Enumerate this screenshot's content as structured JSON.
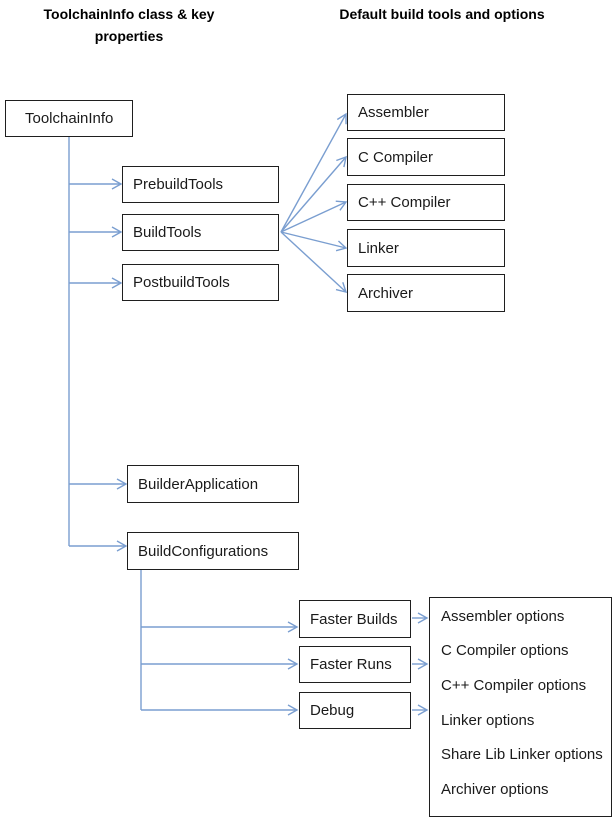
{
  "headers": {
    "left": {
      "line1": "ToolchainInfo class & key",
      "line2": "properties"
    },
    "right": "Default build tools and options"
  },
  "nodes": {
    "toolchaininfo": "ToolchainInfo",
    "prebuildtools": "PrebuildTools",
    "buildtools": "BuildTools",
    "postbuildtools": "PostbuildTools",
    "assembler": "Assembler",
    "c_compiler": "C Compiler",
    "cpp_compiler": "C++ Compiler",
    "linker": "Linker",
    "archiver": "Archiver",
    "builder_application": "BuilderApplication",
    "build_configurations": "BuildConfigurations",
    "faster_builds": "Faster Builds",
    "faster_runs": "Faster Runs",
    "debug": "Debug"
  },
  "options": [
    "Assembler options",
    "C Compiler options",
    "C++ Compiler options",
    "Linker options",
    "Share Lib Linker options",
    "Archiver options"
  ],
  "colors": {
    "connector": "#7a9ed0",
    "box_border": "#1f1f1f",
    "text": "#1a1a1a"
  }
}
